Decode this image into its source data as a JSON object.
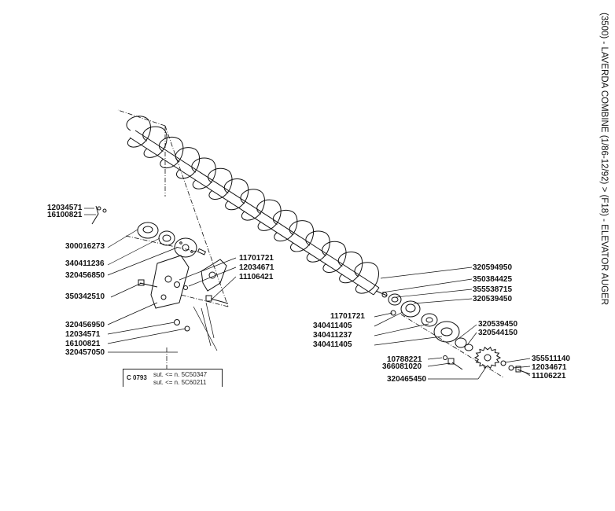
{
  "title": "(3500) - LAVERDA COMBINE (1/86-12/92) > (F18) - ELEVATOR AUGER",
  "reference": {
    "code": "C 0793",
    "notes": [
      "sut. <= n. 5C50347",
      "sut. <= n. 5C60211"
    ]
  },
  "part_labels": {
    "p12034571_a": "12034571",
    "p16100821_a": "16100821",
    "p300016273": "300016273",
    "p340411236": "340411236",
    "p320456850": "320456850",
    "p350342510": "350342510",
    "p320456950": "320456950",
    "p12034571_b": "12034571",
    "p16100821_b": "16100821",
    "p320457050": "320457050",
    "p11701721_a": "11701721",
    "p12034671_a": "12034671",
    "p11106421": "11106421",
    "p320594950": "320594950",
    "p350384425": "350384425",
    "p355538715": "355538715",
    "p320539450_a": "320539450",
    "p11701721_b": "11701721",
    "p340411405_a": "340411405",
    "p340411237": "340411237",
    "p340411405_b": "340411405",
    "p320539450_b": "320539450",
    "p320544150": "320544150",
    "p10788221": "10788221",
    "p366081020": "366081020",
    "p320465450": "320465450",
    "p355511140": "355511140",
    "p12034671_b": "12034671",
    "p11106221": "11106221"
  }
}
